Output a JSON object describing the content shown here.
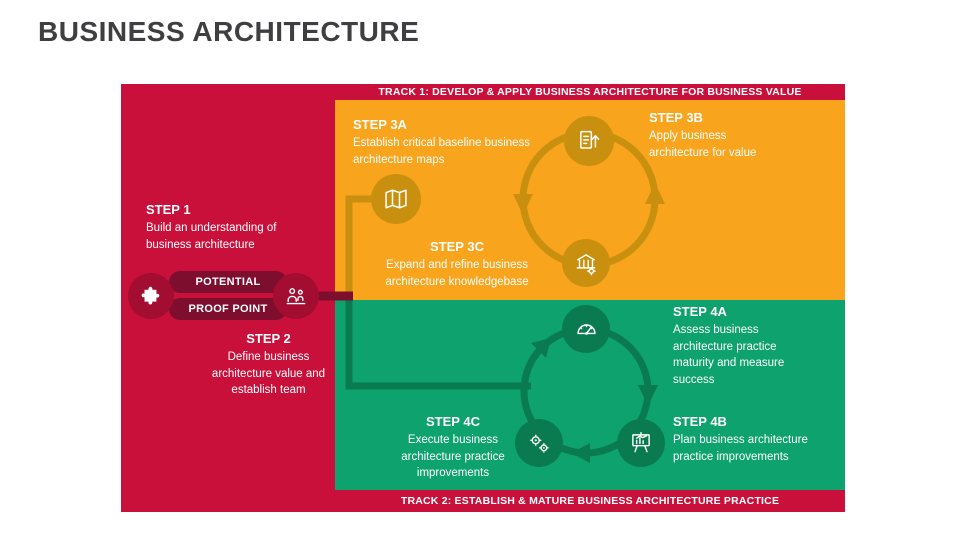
{
  "slide": {
    "title": "BUSINESS ARCHITECTURE"
  },
  "tracks": {
    "track1": "TRACK 1: DEVELOP & APPLY BUSINESS ARCHITECTURE FOR BUSINESS VALUE",
    "track2": "TRACK 2: ESTABLISH & MATURE BUSINESS ARCHITECTURE PRACTICE"
  },
  "badges": {
    "potential": "POTENTIAL",
    "proof_point": "PROOF POINT"
  },
  "steps": {
    "step1": {
      "label": "STEP 1",
      "text": "Build an understanding of business architecture"
    },
    "step2": {
      "label": "STEP 2",
      "text": "Define business architecture value and establish team"
    },
    "step3a": {
      "label": "STEP 3A",
      "text": "Establish critical baseline business architecture maps"
    },
    "step3b": {
      "label": "STEP 3B",
      "text": "Apply business architecture for value"
    },
    "step3c": {
      "label": "STEP 3C",
      "text": "Expand and refine business architecture knowledgebase"
    },
    "step4a": {
      "label": "STEP 4A",
      "text": "Assess business architecture practice maturity and measure success"
    },
    "step4b": {
      "label": "STEP 4B",
      "text": "Plan business architecture practice improvements"
    },
    "step4c": {
      "label": "STEP 4C",
      "text": "Execute business architecture practice improvements"
    }
  },
  "icons": {
    "step1_left": "puzzle-icon",
    "step1_right": "team-icon",
    "step3a": "map-icon",
    "step3b": "document-up-arrow-icon",
    "step3c": "building-gear-icon",
    "step4a": "gauge-icon",
    "step4b": "presentation-chart-icon",
    "step4c": "gears-icon"
  },
  "colors": {
    "red": "#C8103A",
    "dark_red_band": "#7E0E2E",
    "red_circle": "#A30D31",
    "orange": "#F8A41C",
    "dark_orange": "#C8900E",
    "green": "#0EA26E",
    "dark_green": "#0A7B50",
    "title_text": "#3F3F42",
    "white": "#FFFFFF"
  }
}
